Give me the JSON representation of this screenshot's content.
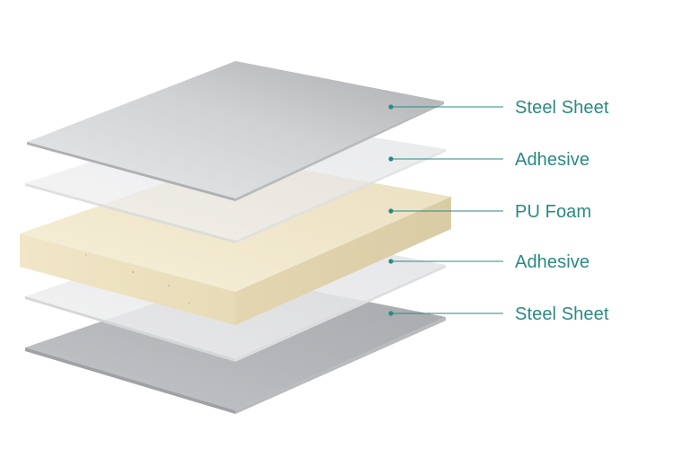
{
  "colors": {
    "label_text": "#2a8a82",
    "leader_line": "#2a8a82",
    "steel_sheet": "#bcbec1",
    "adhesive": "#e6e7e9",
    "pu_foam": "#efe4c4"
  },
  "layers": [
    {
      "label": "Steel Sheet",
      "material": "steel-sheet"
    },
    {
      "label": "Adhesive",
      "material": "adhesive"
    },
    {
      "label": "PU Foam",
      "material": "pu-foam"
    },
    {
      "label": "Adhesive",
      "material": "adhesive"
    },
    {
      "label": "Steel Sheet",
      "material": "steel-sheet"
    }
  ]
}
